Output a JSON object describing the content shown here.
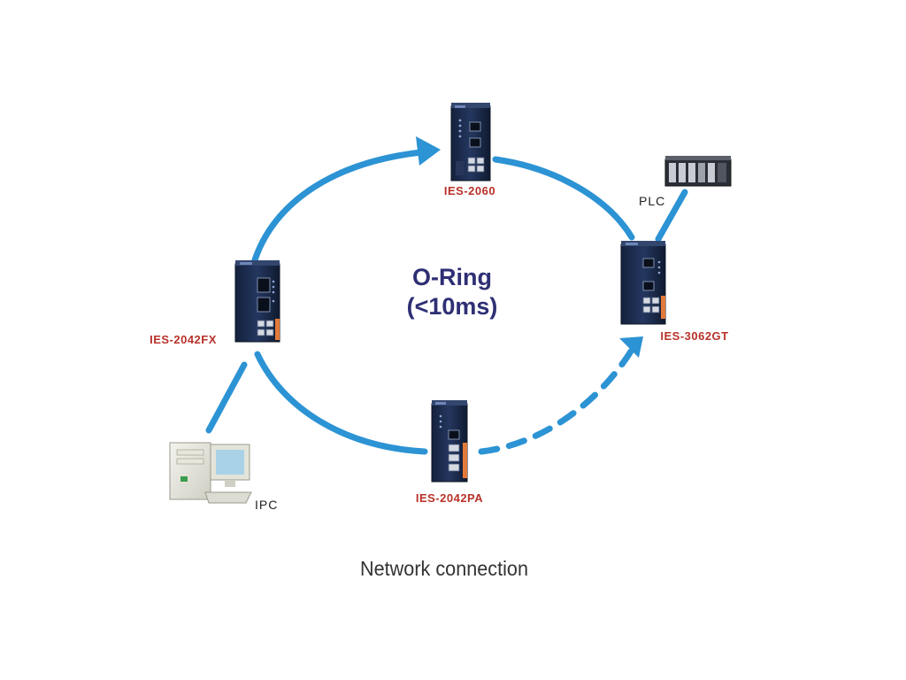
{
  "ring": {
    "title_line1": "O-Ring",
    "title_line2": "(<10ms)"
  },
  "devices": {
    "top": "IES-2060",
    "left": "IES-2042FX",
    "right": "IES-3062GT",
    "bottom": "IES-2042PA"
  },
  "endpoints": {
    "plc": "PLC",
    "ipc": "IPC"
  },
  "caption": "Network connection",
  "colors": {
    "link": "#2c93d4",
    "label_red": "#b8322a",
    "ring_title": "#2e2f74",
    "switch_body": "#1f2f52",
    "switch_accent": "#e47a3a"
  }
}
